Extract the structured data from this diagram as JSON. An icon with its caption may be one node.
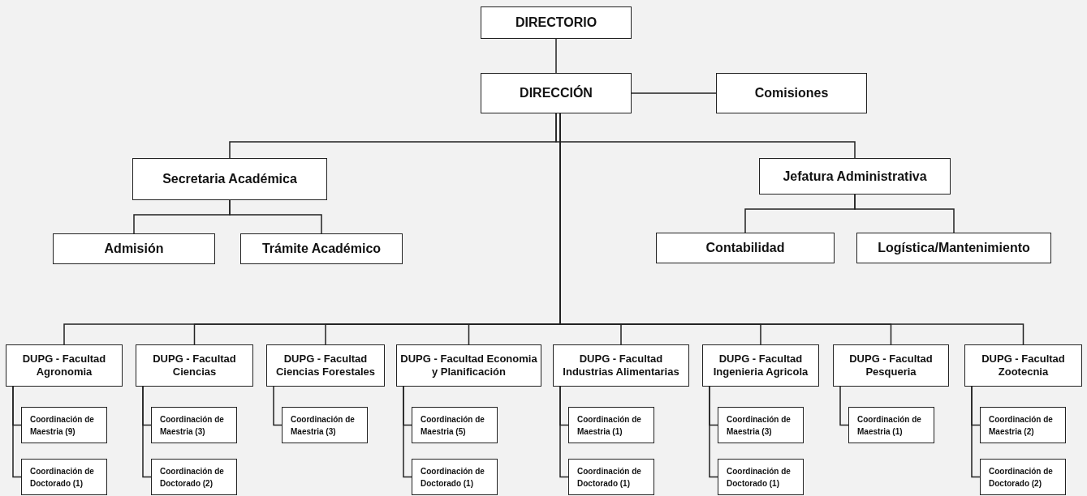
{
  "diagram": {
    "nodes": [
      {
        "text": [
          "DIRECTORIO"
        ]
      },
      {
        "text": [
          "DIRECCIÓN"
        ]
      },
      {
        "text": [
          "Comisiones"
        ]
      },
      {
        "text": [
          "Secretaria Académica"
        ]
      },
      {
        "text": [
          "Jefatura Administrativa"
        ]
      },
      {
        "text": [
          "Admisión"
        ]
      },
      {
        "text": [
          "Trámite Académico"
        ]
      },
      {
        "text": [
          "Contabilidad"
        ]
      },
      {
        "text": [
          "Logística/Mantenimiento"
        ]
      },
      {
        "text": [
          "DUPG - Facultad Agronomia"
        ]
      },
      {
        "text": [
          "Coordinación de Maestria (9)"
        ]
      },
      {
        "text": [
          "Coordinación de Doctorado (1)"
        ]
      },
      {
        "text": [
          "DUPG - Facultad Ciencias"
        ]
      },
      {
        "text": [
          "Coordinación de Maestria (3)"
        ]
      },
      {
        "text": [
          "Coordinación de Doctorado (2)"
        ]
      },
      {
        "text": [
          "DUPG - Facultad Ciencias Forestales"
        ]
      },
      {
        "text": [
          "Coordinación de Maestria (3)"
        ]
      },
      {
        "text": [
          "DUPG - Facultad Economia y Planificación"
        ]
      },
      {
        "text": [
          "Coordinación de Maestria (5)"
        ]
      },
      {
        "text": [
          "Coordinación de Doctorado (1)"
        ]
      },
      {
        "text": [
          "DUPG - Facultad Industrias Alimentarias"
        ]
      },
      {
        "text": [
          "Coordinación de Maestria (1)"
        ]
      },
      {
        "text": [
          "Coordinación de Doctorado (1)"
        ]
      },
      {
        "text": [
          "DUPG - Facultad Ingenieria Agricola"
        ]
      },
      {
        "text": [
          "Coordinación de Maestria (3)"
        ]
      },
      {
        "text": [
          "Coordinación de Doctorado (1)"
        ]
      },
      {
        "text": [
          "DUPG - Facultad Pesqueria"
        ]
      },
      {
        "text": [
          "Coordinación de Maestria (1)"
        ]
      },
      {
        "text": [
          "DUPG - Facultad Zootecnia"
        ]
      },
      {
        "text": [
          "Coordinación de Maestria (2)"
        ]
      },
      {
        "text": [
          "Coordinación de Doctorado (2)"
        ]
      }
    ],
    "edges": [
      {
        "from": 0,
        "to": 1,
        "arrow": "none"
      },
      {
        "from": 1,
        "to": 2,
        "arrow": "none"
      },
      {
        "from": 1,
        "to": 3,
        "arrow": "none"
      },
      {
        "from": 1,
        "to": 4,
        "arrow": "none"
      },
      {
        "from": 3,
        "to": 5,
        "arrow": "none"
      },
      {
        "from": 3,
        "to": 6,
        "arrow": "none"
      },
      {
        "from": 4,
        "to": 7,
        "arrow": "none"
      },
      {
        "from": 4,
        "to": 8,
        "arrow": "none"
      },
      {
        "from": 1,
        "to": 9,
        "arrow": "none"
      },
      {
        "from": 1,
        "to": 12,
        "arrow": "none"
      },
      {
        "from": 1,
        "to": 15,
        "arrow": "none"
      },
      {
        "from": 1,
        "to": 17,
        "arrow": "none"
      },
      {
        "from": 1,
        "to": 20,
        "arrow": "none"
      },
      {
        "from": 1,
        "to": 23,
        "arrow": "none"
      },
      {
        "from": 1,
        "to": 26,
        "arrow": "none"
      },
      {
        "from": 1,
        "to": 28,
        "arrow": "none"
      },
      {
        "from": 9,
        "to": 10,
        "arrow": "none"
      },
      {
        "from": 9,
        "to": 11,
        "arrow": "none"
      },
      {
        "from": 12,
        "to": 13,
        "arrow": "none"
      },
      {
        "from": 12,
        "to": 14,
        "arrow": "none"
      },
      {
        "from": 15,
        "to": 16,
        "arrow": "none"
      },
      {
        "from": 17,
        "to": 18,
        "arrow": "none"
      },
      {
        "from": 17,
        "to": 19,
        "arrow": "none"
      },
      {
        "from": 20,
        "to": 21,
        "arrow": "none"
      },
      {
        "from": 20,
        "to": 22,
        "arrow": "none"
      },
      {
        "from": 23,
        "to": 24,
        "arrow": "none"
      },
      {
        "from": 23,
        "to": 25,
        "arrow": "none"
      },
      {
        "from": 26,
        "to": 27,
        "arrow": "none"
      },
      {
        "from": 28,
        "to": 29,
        "arrow": "none"
      },
      {
        "from": 28,
        "to": 30,
        "arrow": "none"
      }
    ]
  }
}
